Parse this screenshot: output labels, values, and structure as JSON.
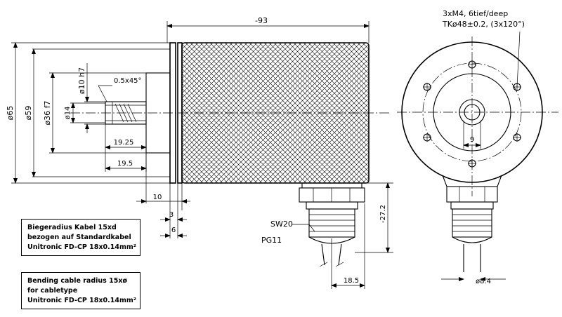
{
  "note_de": {
    "line1": "Biegeradius Kabel 15xd",
    "line2": "bezogen auf Standardkabel",
    "line3": "Unitronic FD-CP 18x0.14mm²"
  },
  "note_en": {
    "line1": "Bending cable radius 15xø",
    "line2": "for cabletype",
    "line3": "Unitronic FD-CP 18x0.14mm²"
  },
  "dims": {
    "length_total": "-93",
    "dia_65": "ø65",
    "dia_59": "ø59",
    "dia_36": "ø36 f7",
    "dia_10": "ø10 h7",
    "dia_14": "ø14",
    "chamfer": "0.5x45°",
    "shaft_1925": "19.25",
    "shaft_195": "19.5",
    "flange_10": "10",
    "flange_3": "3",
    "flange_6": "6",
    "sw20": "SW20",
    "pg11": "PG11",
    "cable_272": "-27.2",
    "gland_185": "18.5",
    "hole_spec_1": "3xM4, 6tief/deep",
    "hole_spec_2": "TKø48±0.2, (3x120°)",
    "bore_9": "9",
    "cable_84": "ø8.4"
  },
  "colors": {
    "line": "#000000",
    "background": "#ffffff"
  }
}
